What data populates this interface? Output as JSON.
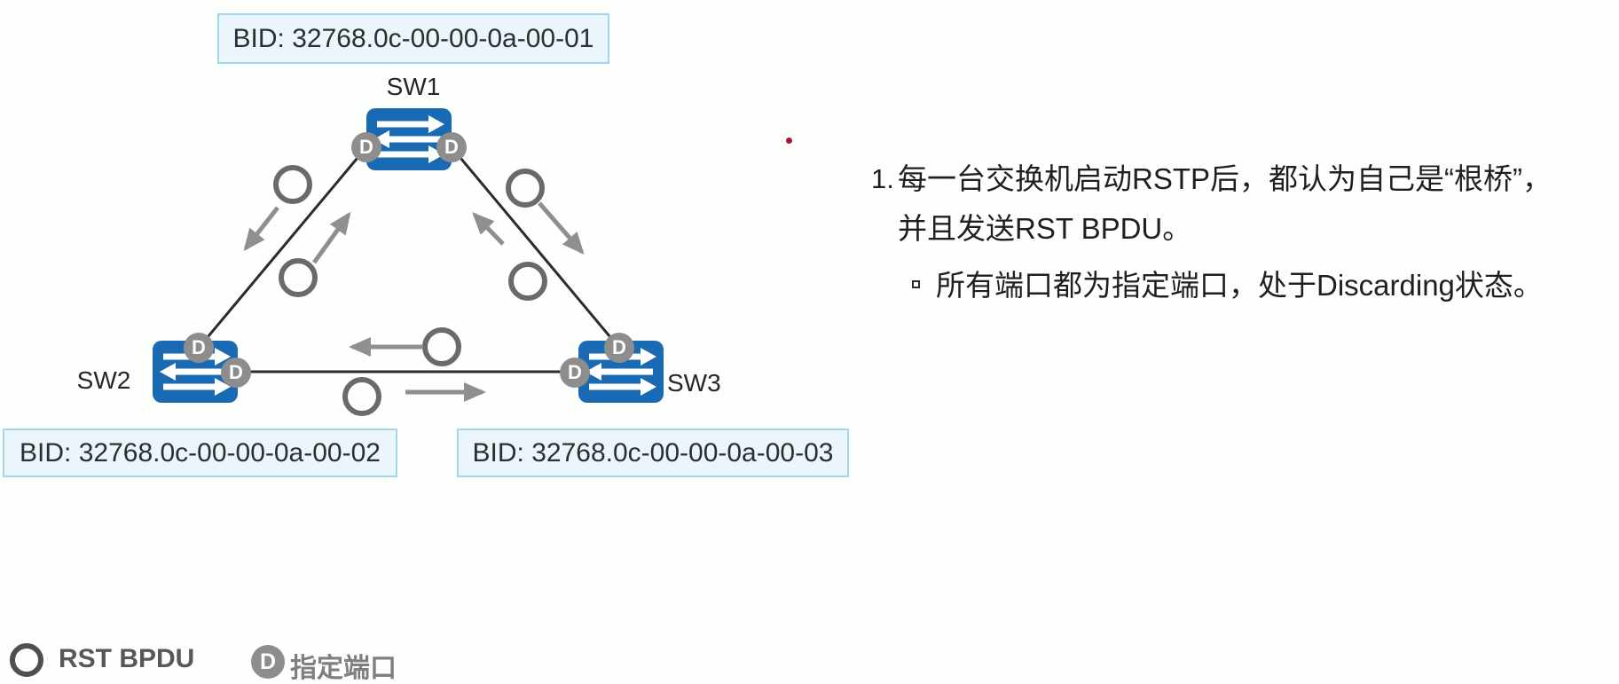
{
  "colors": {
    "switch_blue": "#1a6ab3",
    "port_badge_gray": "#8d8d8d",
    "bpdu_circle_gray": "#6a6a6a",
    "arrow_gray": "#8f8f8f",
    "link_line": "#2b2b2b",
    "bid_box_bg": "#eaf6fc",
    "bid_box_border": "#9fd7ef",
    "red_dot": "#b01236"
  },
  "diagram": {
    "switches": [
      {
        "name": "SW1",
        "bid": "BID: 32768.0c-00-00-0a-00-01"
      },
      {
        "name": "SW2",
        "bid": "BID: 32768.0c-00-00-0a-00-02"
      },
      {
        "name": "SW3",
        "bid": "BID: 32768.0c-00-00-0a-00-03"
      }
    ],
    "ports": [
      {
        "id": "sw1-left",
        "label": "D"
      },
      {
        "id": "sw1-right",
        "label": "D"
      },
      {
        "id": "sw2-top",
        "label": "D"
      },
      {
        "id": "sw2-right",
        "label": "D"
      },
      {
        "id": "sw3-top",
        "label": "D"
      },
      {
        "id": "sw3-left",
        "label": "D"
      }
    ]
  },
  "notes": {
    "item_number": "1.",
    "item_line1": "每一台交换机启动RSTP后，都认为自己是“根桥”，",
    "item_line2": "并且发送RST BPDU。",
    "sub_bullet": "所有端口都为指定端口，处于Discarding状态。"
  },
  "legend": {
    "rst_bpdu_label": "RST BPDU",
    "designated_port_label": "指定端口",
    "d_label": "D"
  }
}
